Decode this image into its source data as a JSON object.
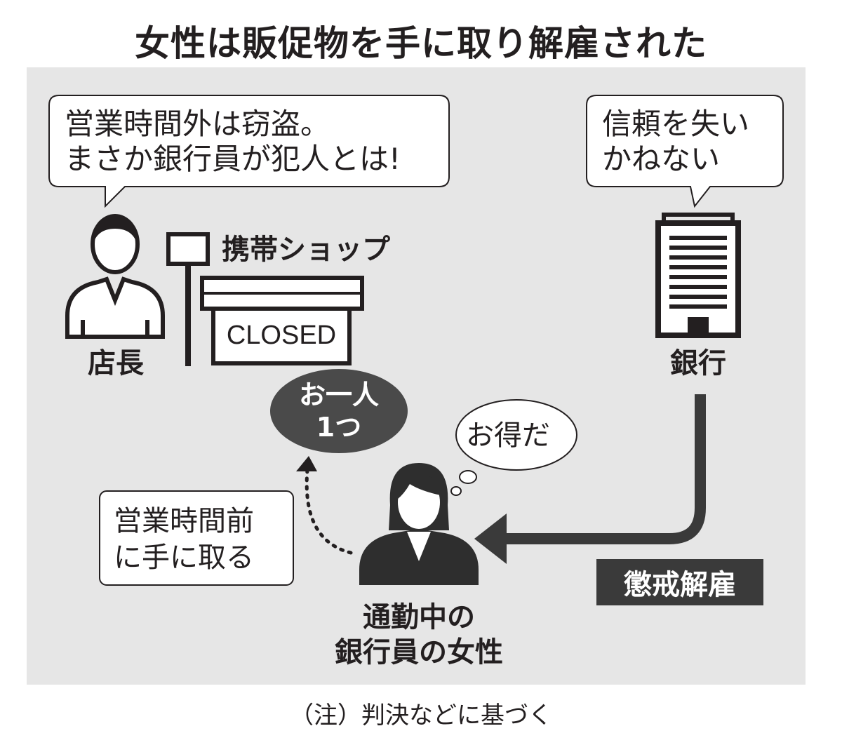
{
  "title": "女性は販促物を手に取り解雇された",
  "manager_bubble": {
    "line1": "営業時間外は窃盗。",
    "line2": "まさか銀行員が犯人とは!"
  },
  "bank_bubble": {
    "line1": "信頼を失い",
    "line2": "かねない"
  },
  "manager_label": "店長",
  "shop_label": "携帯ショップ",
  "closed_sign": "CLOSED",
  "promo_oval": {
    "line1": "お一人",
    "line2": "1つ"
  },
  "thought_bubble": "お得だ",
  "action_box": {
    "line1": "営業時間前",
    "line2": "に手に取る"
  },
  "woman_label": {
    "line1": "通勤中の",
    "line2": "銀行員の女性"
  },
  "bank_label": "銀行",
  "dismissal_badge": "懲戒解雇",
  "footnote": "（注）判決などに基づく",
  "colors": {
    "panel": "#e6e6e6",
    "dark": "#3a3a3a",
    "text": "#231f20",
    "white": "#ffffff"
  },
  "icons": [
    "man-icon",
    "woman-icon",
    "bank-building-icon",
    "shop-icon",
    "signpost-icon"
  ]
}
